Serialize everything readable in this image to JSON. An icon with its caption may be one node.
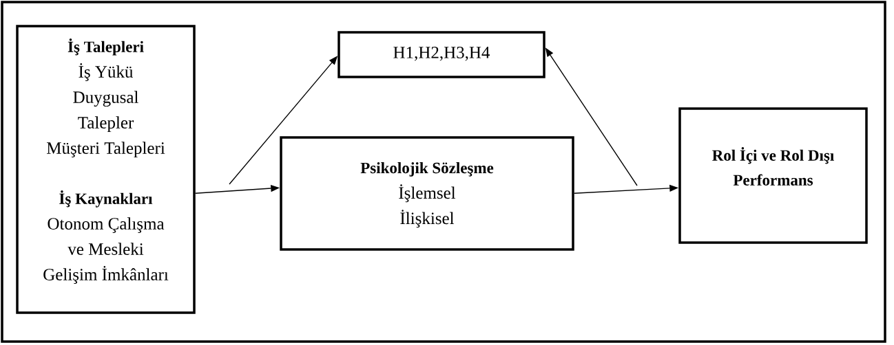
{
  "diagram": {
    "nodes": [
      {
        "text": [
          "İş Talepleri",
          "İş Yükü",
          "Duygusal Talepler",
          "Müşteri Talepleri",
          "İş Kaynakları",
          "Otonom Çalışma ve Mesleki Gelişim İmkânları"
        ]
      },
      {
        "text": [
          "H1,H2,H3,H4"
        ]
      },
      {
        "text": [
          "Psikolojik Sözleşme",
          "İşlemsel",
          "İlişkisel"
        ]
      },
      {
        "text": [
          "Rol İçi ve Rol Dışı Performans"
        ]
      }
    ],
    "edges": [
      {
        "from": 0,
        "to": 2,
        "arrow": "to"
      },
      {
        "from": 2,
        "to": 3,
        "arrow": "to"
      },
      {
        "from": null,
        "to": 1,
        "arrow": "to"
      },
      {
        "from": null,
        "to": 1,
        "arrow": "to"
      }
    ]
  }
}
